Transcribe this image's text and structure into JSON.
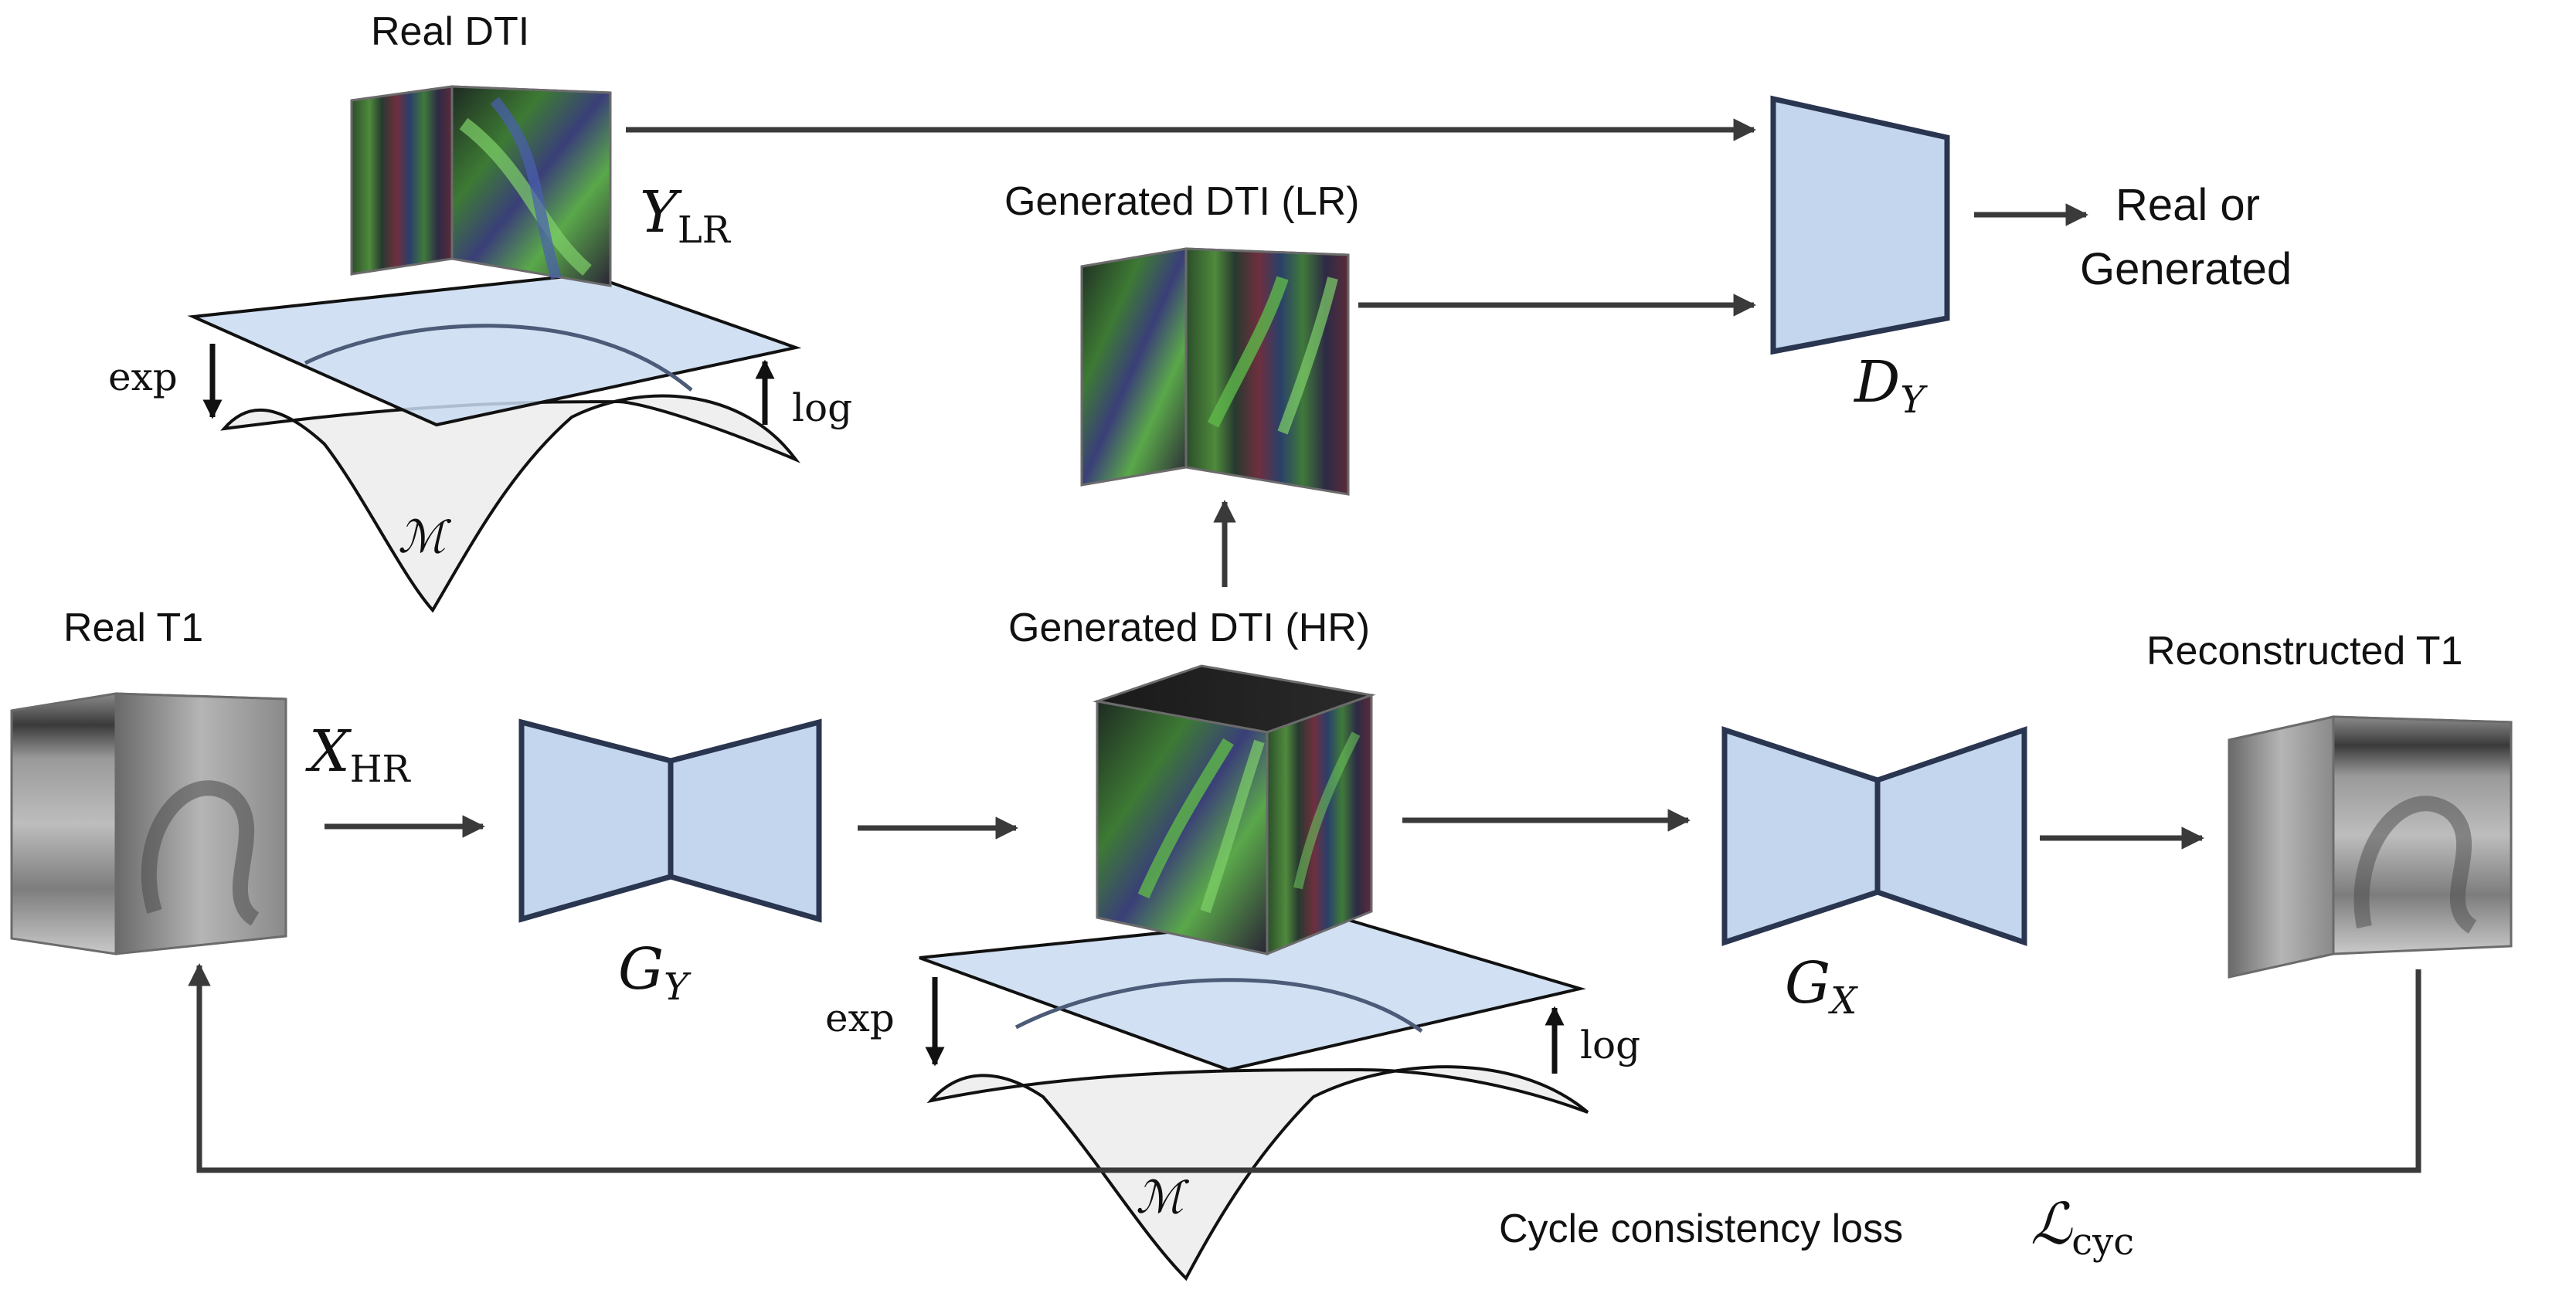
{
  "labels": {
    "real_dti": "Real DTI",
    "generated_lr": "Generated DTI (LR)",
    "generated_hr": "Generated DTI (HR)",
    "real_t1": "Real T1",
    "reconstructed_t1": "Reconstructed T1",
    "real_or": "Real or",
    "generated": "Generated",
    "cycle_loss": "Cycle consistency loss",
    "exp": "exp",
    "log": "log"
  },
  "math": {
    "y_lr": {
      "base": "Y",
      "sub": "LR"
    },
    "x_hr": {
      "base": "X",
      "sub": "HR"
    },
    "g_y": {
      "base": "G",
      "sub": "Y"
    },
    "g_x": {
      "base": "G",
      "sub": "X"
    },
    "d_y": {
      "base": "D",
      "sub": "Y"
    },
    "manifold": "ℳ",
    "l_cyc": {
      "base": "ℒ",
      "sub": "cyc"
    }
  },
  "colors": {
    "network_fill": "#c3d6ee",
    "network_stroke": "#2a3550",
    "tangent_plane": "#c9daf0",
    "manifold_fill": "#efefef",
    "arrow": "#3a3a3a"
  }
}
